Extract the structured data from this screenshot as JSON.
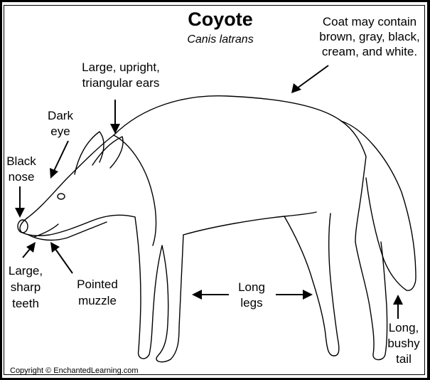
{
  "title": "Coyote",
  "subtitle": "Canis latrans",
  "labels": {
    "coat": [
      "Coat may contain",
      "brown, gray, black,",
      "cream, and white."
    ],
    "ears": [
      "Large, upright,",
      "triangular ears"
    ],
    "eye": [
      "Dark",
      "eye"
    ],
    "nose": [
      "Black",
      "nose"
    ],
    "teeth": [
      "Large,",
      "sharp",
      "teeth"
    ],
    "muzzle": [
      "Pointed",
      "muzzle"
    ],
    "legs": [
      "Long",
      "legs"
    ],
    "tail": [
      "Long,",
      "bushy",
      "tail"
    ]
  },
  "copyright": "Copyright © EnchantedLearning.com"
}
